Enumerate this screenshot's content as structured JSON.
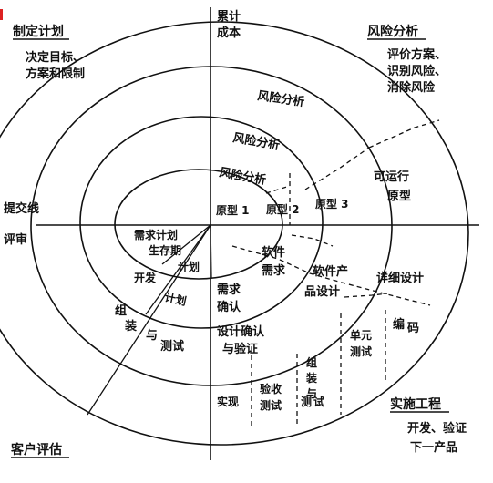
{
  "axis": {
    "y_label": [
      "累计",
      "成本"
    ],
    "x_left_upper": "提交线",
    "x_left_lower": "评审"
  },
  "quadrants": {
    "top_left": {
      "title": "制定计划",
      "desc": [
        "决定目标、",
        "方案和限制"
      ]
    },
    "top_right": {
      "title": "风险分析",
      "desc": [
        "评价方案、",
        "识别风险、",
        "消除风险"
      ]
    },
    "bottom_left": {
      "title": "客户评估"
    },
    "bottom_right": {
      "title": "实施工程",
      "desc": [
        "开发、验证",
        "下一产品"
      ]
    }
  },
  "risk_analysis": [
    "风险分析",
    "风险分析",
    "风险分析"
  ],
  "prototypes": [
    "原型 1",
    "原型 2",
    "原型 3"
  ],
  "operational_prototype": [
    "可运行",
    "原型"
  ],
  "plans": {
    "requirements_plan": "需求计划",
    "lifecycle": "生存期",
    "plan": "计划",
    "develop_plan_a": "开发",
    "develop_plan_b": "计划",
    "integration_a": "组",
    "integration_b": "装",
    "integration_c": "与",
    "integration_d": "测试"
  },
  "engineering": {
    "software_requirements": [
      "软件",
      "需求"
    ],
    "requirements_validation": [
      "需求",
      "确认"
    ],
    "product_design": [
      "软件产",
      "品设计"
    ],
    "design_validation": [
      "设计确认",
      "与验证"
    ],
    "detailed_design": "详细设计",
    "coding": [
      "编",
      "码"
    ],
    "unit_test": [
      "单元",
      "测试"
    ],
    "integration_test": [
      "组",
      "装",
      "与",
      "测",
      "试"
    ],
    "acceptance_test": [
      "验收",
      "测试"
    ],
    "implementation": "实现"
  }
}
